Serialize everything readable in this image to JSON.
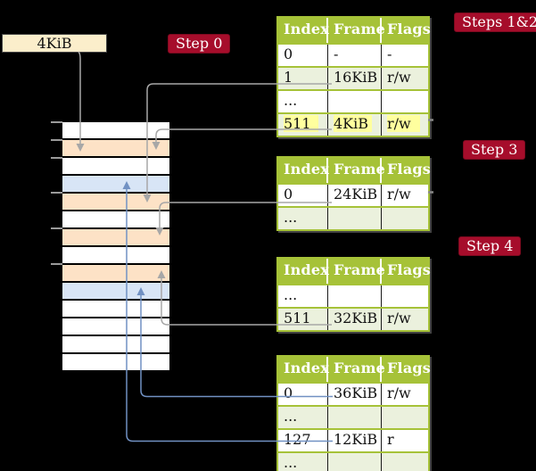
{
  "colors": {
    "badge": "#a60d2b",
    "olive": "#a6c238",
    "row_green": "#ebf1dd",
    "row_orange": "#fde2c6",
    "row_blue": "#d8e5f6",
    "wheat": "#fbeecb",
    "highlight": "#ffff9e",
    "arrow_gray": "#a7a7a7",
    "arrow_blue": "#7191c3"
  },
  "labels": {
    "frame_size_box": "4KiB",
    "step0": "Step 0",
    "steps12": "Steps 1&2",
    "step3": "Step 3",
    "step4": "Step 4"
  },
  "table_headers": [
    "Index",
    "Frame",
    "Flags"
  ],
  "tables": {
    "t1": {
      "rows": [
        [
          "0",
          "-",
          "-"
        ],
        [
          "1",
          "16KiB",
          "r/w"
        ],
        [
          "...",
          "",
          ""
        ],
        [
          "511",
          "4KiB",
          "r/w"
        ]
      ],
      "highlighted_row": "511"
    },
    "t2": {
      "rows": [
        [
          "0",
          "24KiB",
          "r/w"
        ],
        [
          "...",
          "",
          ""
        ]
      ]
    },
    "t3": {
      "rows": [
        [
          "...",
          "",
          ""
        ],
        [
          "511",
          "32KiB",
          "r/w"
        ]
      ]
    },
    "t4": {
      "rows": [
        [
          "0",
          "36KiB",
          "r/w"
        ],
        [
          "...",
          "",
          ""
        ],
        [
          "127",
          "12KiB",
          "r"
        ],
        [
          "...",
          "",
          ""
        ]
      ]
    }
  },
  "memory": {
    "rows": [
      "white",
      "orange",
      "white",
      "blue",
      "orange",
      "white",
      "orange",
      "white",
      "orange",
      "blue",
      "white",
      "white",
      "white",
      "white"
    ]
  }
}
